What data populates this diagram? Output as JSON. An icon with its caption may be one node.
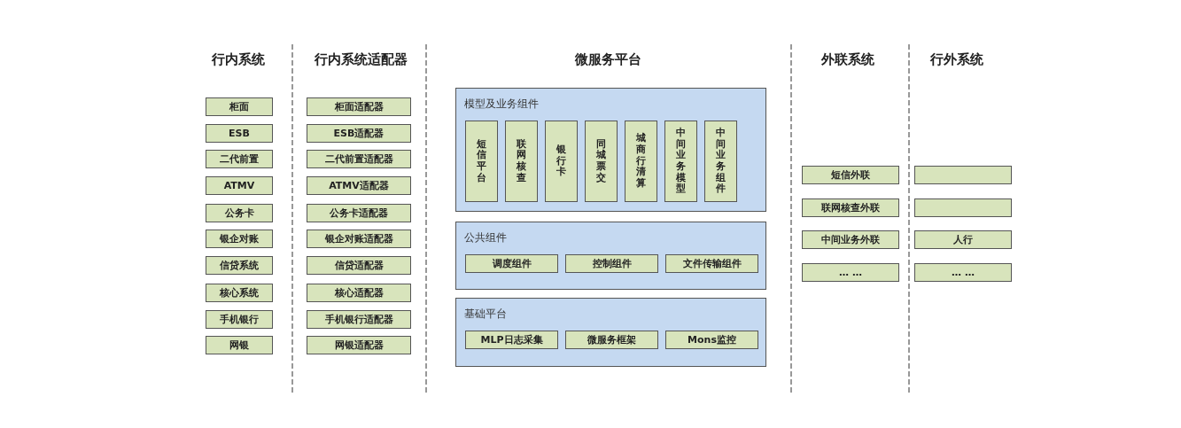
{
  "diagram": {
    "nodes": [
      {
        "text": [
          "柜面"
        ]
      },
      {
        "text": [
          "ESB"
        ]
      },
      {
        "text": [
          "二代前置"
        ]
      },
      {
        "text": [
          "ATMV"
        ]
      },
      {
        "text": [
          "公务卡"
        ]
      },
      {
        "text": [
          "银企对账"
        ]
      },
      {
        "text": [
          "信贷系统"
        ]
      },
      {
        "text": [
          "核心系统"
        ]
      },
      {
        "text": [
          "手机银行"
        ]
      },
      {
        "text": [
          "网银"
        ]
      },
      {
        "text": [
          "柜面适配器"
        ]
      },
      {
        "text": [
          "ESB适配器"
        ]
      },
      {
        "text": [
          "二代前置适配器"
        ]
      },
      {
        "text": [
          "ATMV适配器"
        ]
      },
      {
        "text": [
          "公务卡适配器"
        ]
      },
      {
        "text": [
          "银企对账适配器"
        ]
      },
      {
        "text": [
          "信贷适配器"
        ]
      },
      {
        "text": [
          "核心适配器"
        ]
      },
      {
        "text": [
          "手机银行适配器"
        ]
      },
      {
        "text": [
          "网银适配器"
        ]
      },
      {
        "text": [
          "模型及业务组件"
        ]
      },
      {
        "text": [
          "短信平台"
        ],
        "in": 20
      },
      {
        "text": [
          "联网核查"
        ],
        "in": 20
      },
      {
        "text": [
          "银行卡"
        ],
        "in": 20
      },
      {
        "text": [
          "同城票交"
        ],
        "in": 20
      },
      {
        "text": [
          "城商行清算"
        ],
        "in": 20
      },
      {
        "text": [
          "中间业务模型"
        ],
        "in": 20
      },
      {
        "text": [
          "中间业务组件"
        ],
        "in": 20
      },
      {
        "text": [
          "公共组件"
        ]
      },
      {
        "text": [
          "调度组件"
        ],
        "in": 28
      },
      {
        "text": [
          "控制组件"
        ],
        "in": 28
      },
      {
        "text": [
          "文件传输组件"
        ],
        "in": 28
      },
      {
        "text": [
          "基础平台"
        ]
      },
      {
        "text": [
          "MLP日志采集"
        ],
        "in": 32
      },
      {
        "text": [
          "微服务框架"
        ],
        "in": 32
      },
      {
        "text": [
          "Mons监控"
        ],
        "in": 32
      },
      {
        "text": [
          "短信外联"
        ]
      },
      {
        "text": [
          "联网核查外联"
        ]
      },
      {
        "text": [
          "中间业务外联"
        ]
      },
      {
        "text": [
          "… …"
        ]
      },
      {
        "text": [],
        "shape": "box"
      },
      {
        "text": [],
        "shape": "box"
      },
      {
        "text": [
          "人行"
        ]
      },
      {
        "text": [
          "… …"
        ]
      }
    ],
    "edges": [],
    "labels": [
      "行内系统",
      "行内系统适配器",
      "微服务平台",
      "外联系统",
      "行外系统"
    ]
  }
}
